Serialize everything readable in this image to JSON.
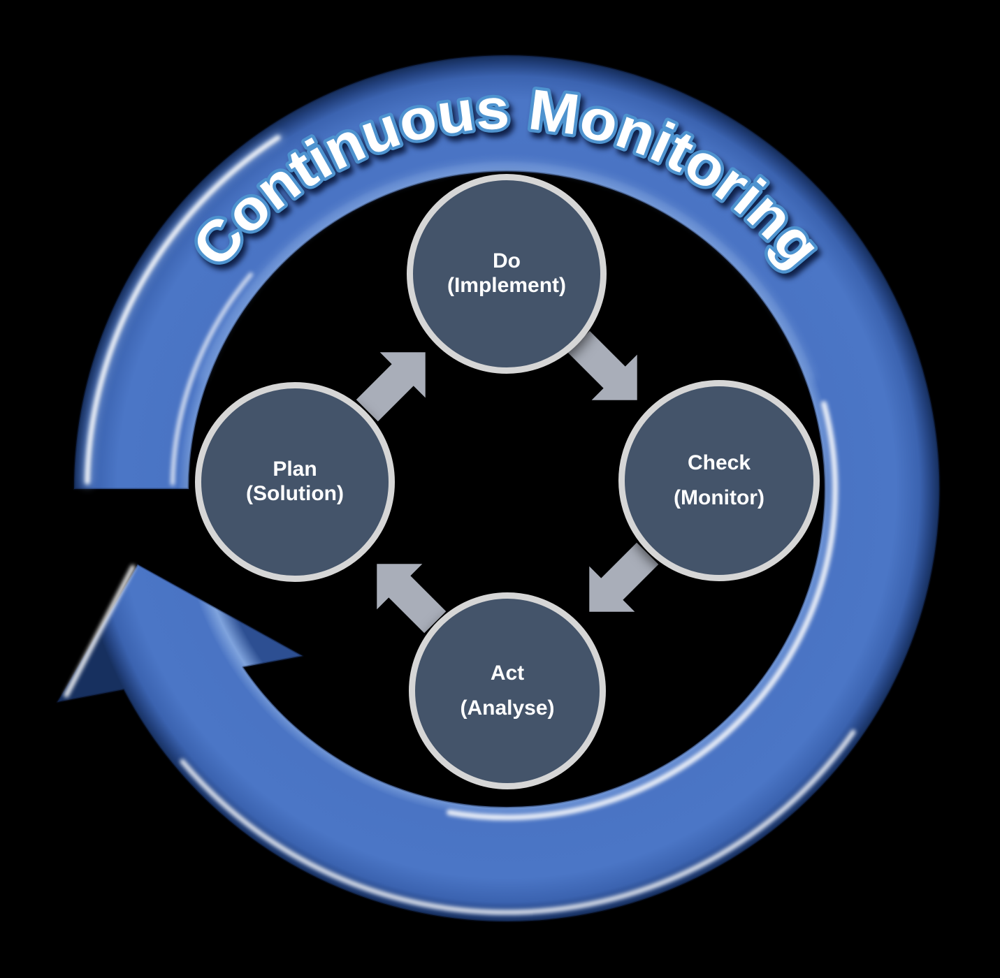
{
  "title": {
    "text": "Continuous Monitoring"
  },
  "cycle": {
    "direction": "clockwise",
    "nodes": [
      {
        "label_line1": "Do",
        "label_line2": "(Implement)"
      },
      {
        "label_line1": "Check",
        "label_line2": "(Monitor)"
      },
      {
        "label_line1": "Act",
        "label_line2": "(Analyse)"
      },
      {
        "label_line1": "Plan",
        "label_line2": "(Solution)"
      }
    ],
    "connectors": [
      {
        "icon": "arrow-plan-to-do-icon",
        "from": "Plan",
        "to": "Do"
      },
      {
        "icon": "arrow-do-to-check-icon",
        "from": "Do",
        "to": "Check"
      },
      {
        "icon": "arrow-check-to-act-icon",
        "from": "Check",
        "to": "Act"
      },
      {
        "icon": "arrow-act-to-plan-icon",
        "from": "Act",
        "to": "Plan"
      }
    ]
  },
  "colors": {
    "background": "#000000",
    "ring_blue": "#4a74c4",
    "node_fill": "#44546a",
    "node_border": "#d6d6d6",
    "connector_gray": "#a9aeb9",
    "title_fill": "#ffffff",
    "title_outline": "#4e93cf"
  }
}
